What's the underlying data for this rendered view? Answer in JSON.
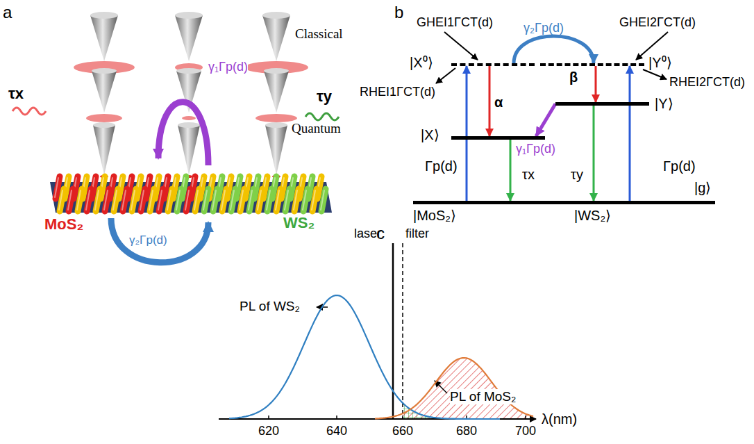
{
  "diagram": {
    "nodes": [
      {
        "text": [
          "|X⁰⟩"
        ]
      },
      {
        "text": [
          "|Y⁰⟩"
        ]
      },
      {
        "text": [
          "|Y⟩"
        ]
      },
      {
        "text": [
          "|X⟩"
        ]
      },
      {
        "text": [
          "|g⟩",
          "|MoS₂⟩",
          "|WS₂⟩"
        ]
      }
    ],
    "edges": [
      {
        "from": 4,
        "to": 0,
        "arrow": "to",
        "label": "Γp(d)"
      },
      {
        "from": 0,
        "to": 3,
        "arrow": "to",
        "label": "α"
      },
      {
        "from": 3,
        "to": 4,
        "arrow": "to",
        "label": "τx"
      },
      {
        "from": 2,
        "to": 4,
        "arrow": "to",
        "label": "τy"
      },
      {
        "from": 1,
        "to": 2,
        "arrow": "to",
        "label": "β"
      },
      {
        "from": 4,
        "to": 1,
        "arrow": "to",
        "label": "Γp(d)"
      },
      {
        "from": 2,
        "to": 3,
        "arrow": "to",
        "label": "γ₁Γp(d)"
      },
      {
        "from": 0,
        "to": 1,
        "arrow": "to",
        "label": "γ₂Γp(d)"
      }
    ],
    "labels": [
      "a",
      "Classical",
      "Quantum",
      "τx",
      "γ₁Γp(d)",
      "τy",
      "MoS₂",
      "WS₂",
      "γ₂Γp(d)",
      "b",
      "GHEI1ΓCT(d)",
      "GHEI2ΓCT(d)",
      "RHEI1ΓCT(d)",
      "RHEI2ΓCT(d)",
      "c",
      "laser",
      "filter",
      "PL of WS₂",
      "PL of MoS₂",
      "620",
      "640",
      "660",
      "680",
      "700",
      "λ(nm)"
    ]
  }
}
